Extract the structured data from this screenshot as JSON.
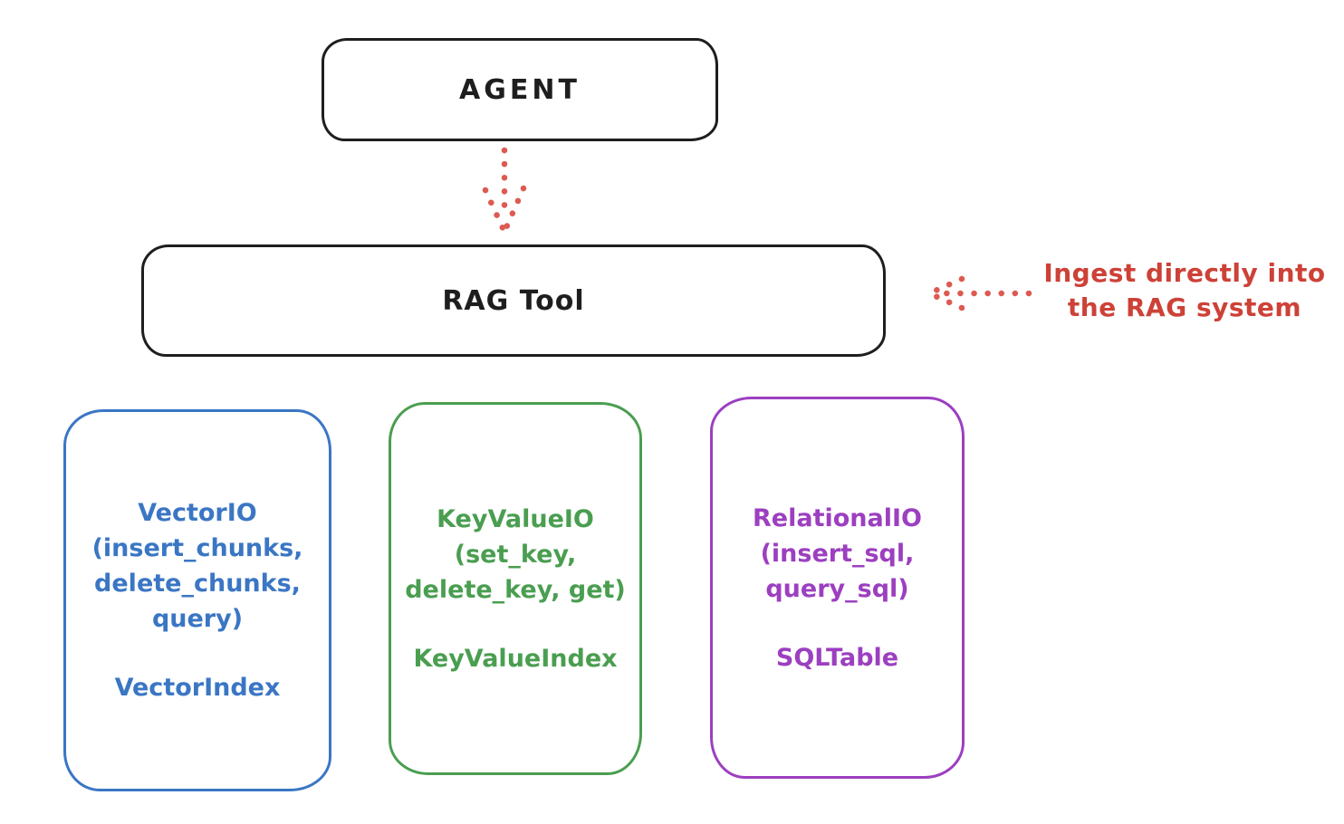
{
  "colors": {
    "background": "#ffffff",
    "ink": "#1e1e1e",
    "red_arrow": "#dd5a52",
    "red_text": "#cd4137",
    "blue": "#3a76c4",
    "green": "#4a9e50",
    "purple": "#9c3fc0"
  },
  "nodes": {
    "agent": {
      "label": "AGENT"
    },
    "rag_tool": {
      "label": "RAG Tool"
    },
    "vector_io": {
      "lines": [
        "VectorIO",
        "(insert_chunks,",
        "delete_chunks,",
        "query)"
      ],
      "index_label": "VectorIndex",
      "color": "#3a76c4"
    },
    "key_value_io": {
      "lines": [
        "KeyValueIO",
        "(set_key,",
        "delete_key, get)"
      ],
      "index_label": "KeyValueIndex",
      "color": "#4a9e50"
    },
    "relational_io": {
      "lines": [
        "RelationalIO",
        "(insert_sql,",
        "query_sql)"
      ],
      "index_label": "SQLTable",
      "color": "#9c3fc0"
    }
  },
  "annotation": {
    "lines": [
      "Ingest directly into",
      "the RAG system"
    ]
  }
}
